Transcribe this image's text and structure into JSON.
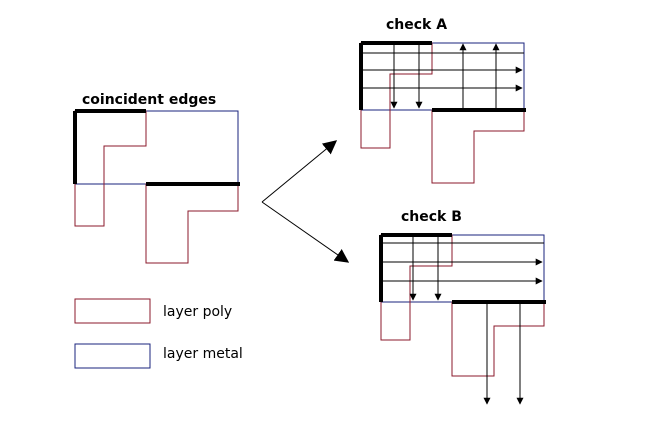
{
  "labels": {
    "coincident": "coincident edges",
    "check_a": "check A",
    "check_b": "check B",
    "poly": "layer poly",
    "metal": "layer metal"
  },
  "colors": {
    "poly": "#8b1a2b",
    "metal": "#1a237e",
    "edge": "#000000",
    "background": "#ffffff"
  }
}
